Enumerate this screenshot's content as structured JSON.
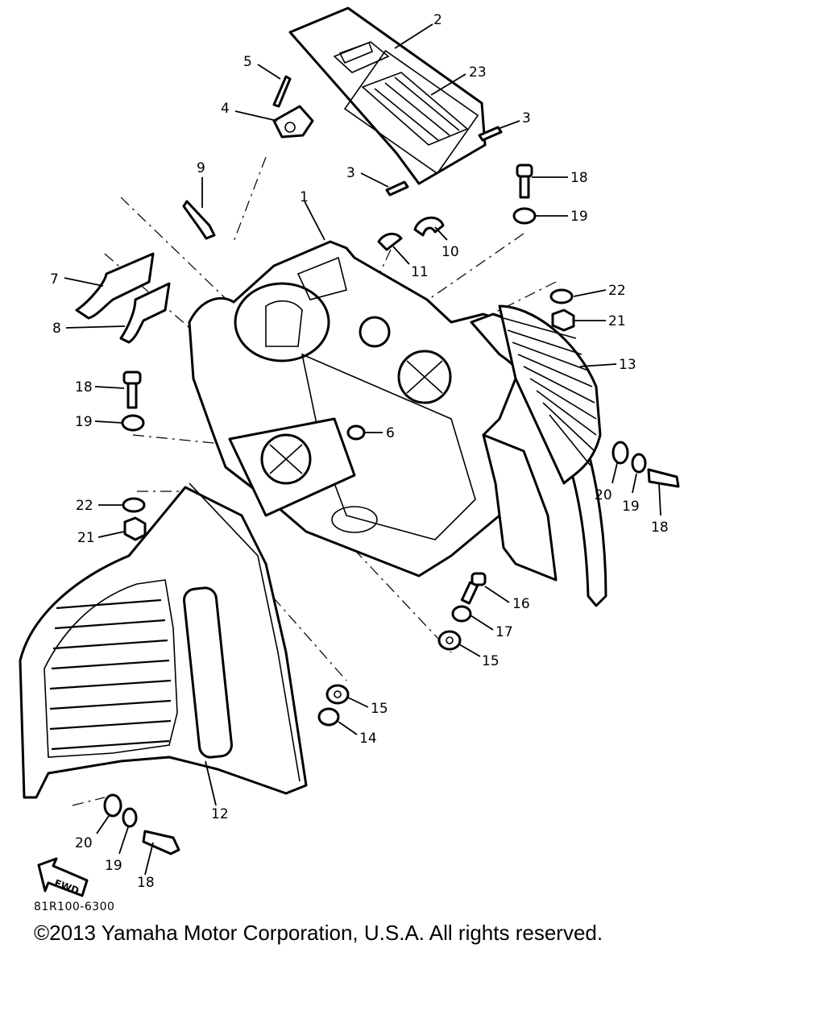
{
  "callouts": [
    {
      "id": "c2",
      "text": "2"
    },
    {
      "id": "c23",
      "text": "23"
    },
    {
      "id": "c5",
      "text": "5"
    },
    {
      "id": "c4",
      "text": "4"
    },
    {
      "id": "c3a",
      "text": "3"
    },
    {
      "id": "c3b",
      "text": "3"
    },
    {
      "id": "c9",
      "text": "9"
    },
    {
      "id": "c18a",
      "text": "18"
    },
    {
      "id": "c19a",
      "text": "19"
    },
    {
      "id": "c1",
      "text": "1"
    },
    {
      "id": "c10",
      "text": "10"
    },
    {
      "id": "c11",
      "text": "11"
    },
    {
      "id": "c7",
      "text": "7"
    },
    {
      "id": "c8",
      "text": "8"
    },
    {
      "id": "c22a",
      "text": "22"
    },
    {
      "id": "c21a",
      "text": "21"
    },
    {
      "id": "c13",
      "text": "13"
    },
    {
      "id": "c18b",
      "text": "18"
    },
    {
      "id": "c19b",
      "text": "19"
    },
    {
      "id": "c6",
      "text": "6"
    },
    {
      "id": "c20a",
      "text": "20"
    },
    {
      "id": "c19c",
      "text": "19"
    },
    {
      "id": "c18c",
      "text": "18"
    },
    {
      "id": "c22b",
      "text": "22"
    },
    {
      "id": "c21b",
      "text": "21"
    },
    {
      "id": "c16",
      "text": "16"
    },
    {
      "id": "c17",
      "text": "17"
    },
    {
      "id": "c15a",
      "text": "15"
    },
    {
      "id": "c15b",
      "text": "15"
    },
    {
      "id": "c14",
      "text": "14"
    },
    {
      "id": "c12",
      "text": "12"
    },
    {
      "id": "c20b",
      "text": "20"
    },
    {
      "id": "c19d",
      "text": "19"
    },
    {
      "id": "c18d",
      "text": "18"
    }
  ],
  "fwd_label": "FWD",
  "catalog_code": "81R100-6300",
  "copyright": "©2013 Yamaha Motor Corporation, U.S.A. All rights reserved."
}
